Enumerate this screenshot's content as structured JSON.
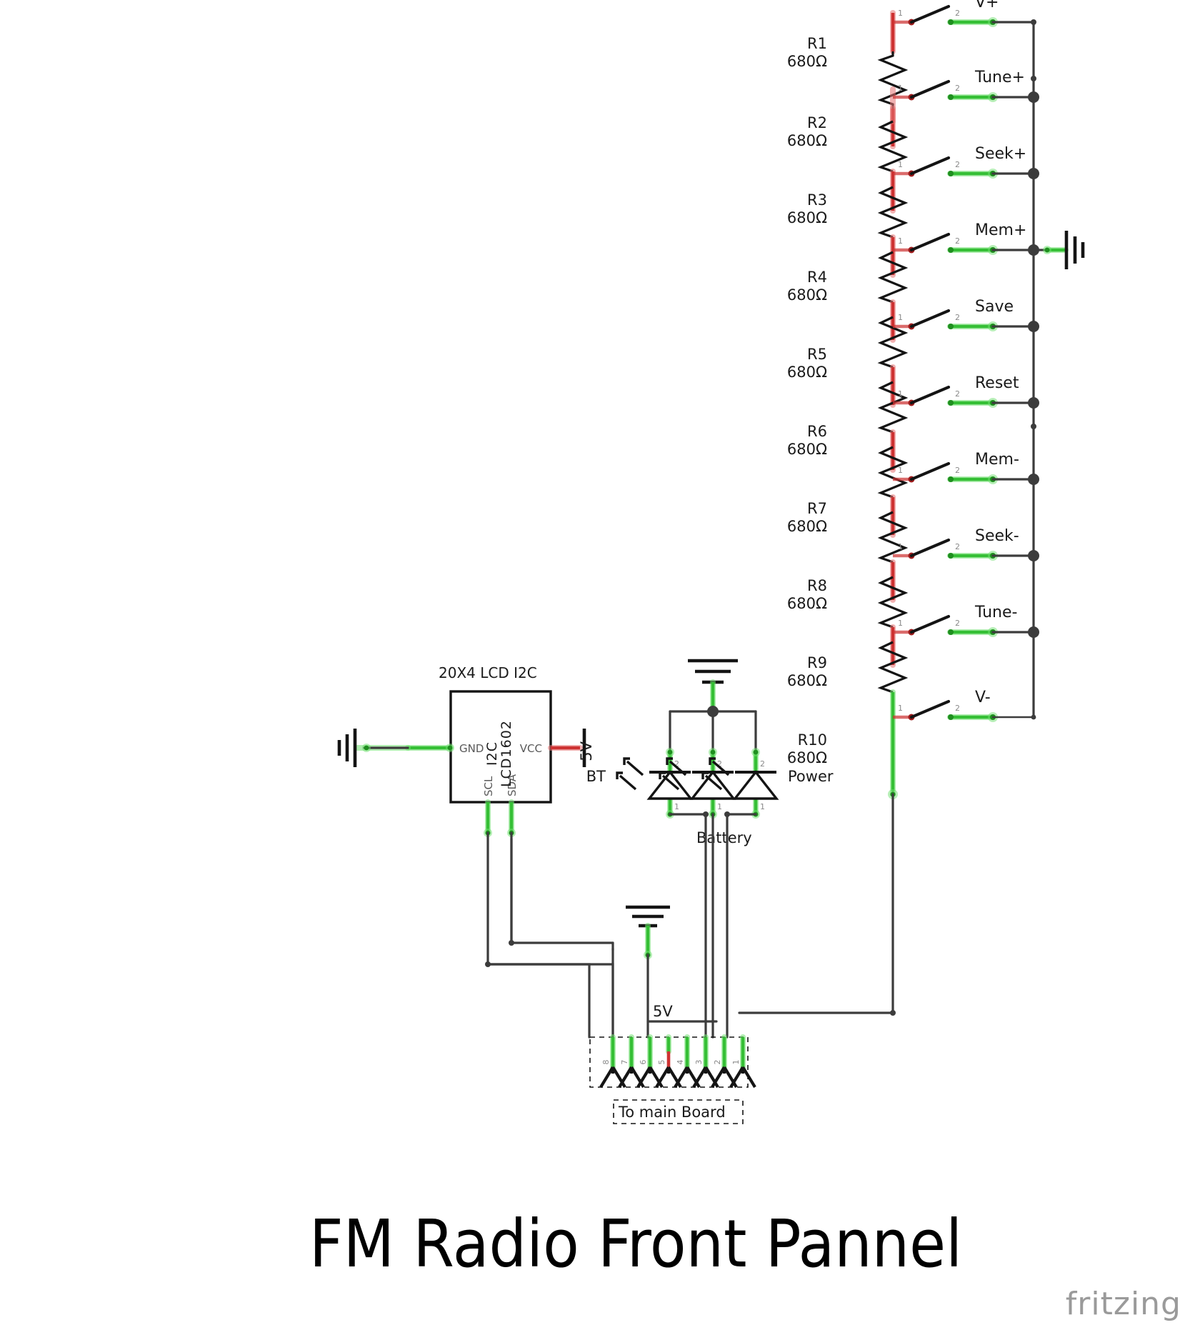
{
  "sheet": {
    "title": "FM Radio Front Pannel",
    "watermark": "fritzing",
    "background_color": "#ffffff",
    "wire_color": "#3c3c3c",
    "leg_red_color": "#cd3232",
    "leg_green_color": "#35bf35"
  },
  "resistor_ladder": {
    "common_value": "680Ω",
    "resistors": [
      {
        "ref": "R1",
        "value": "680Ω"
      },
      {
        "ref": "R2",
        "value": "680Ω"
      },
      {
        "ref": "R3",
        "value": "680Ω"
      },
      {
        "ref": "R4",
        "value": "680Ω"
      },
      {
        "ref": "R5",
        "value": "680Ω"
      },
      {
        "ref": "R6",
        "value": "680Ω"
      },
      {
        "ref": "R7",
        "value": "680Ω"
      },
      {
        "ref": "R8",
        "value": "680Ω"
      },
      {
        "ref": "R9",
        "value": "680Ω"
      },
      {
        "ref": "R10",
        "value": "680Ω"
      }
    ]
  },
  "switches": [
    {
      "label": "V+",
      "pin_a": "1",
      "pin_b": "2"
    },
    {
      "label": "Tune+",
      "pin_a": "1",
      "pin_b": "2"
    },
    {
      "label": "Seek+",
      "pin_a": "1",
      "pin_b": "2"
    },
    {
      "label": "Mem+",
      "pin_a": "1",
      "pin_b": "2"
    },
    {
      "label": "Save",
      "pin_a": "1",
      "pin_b": "2"
    },
    {
      "label": "Reset",
      "pin_a": "1",
      "pin_b": "2"
    },
    {
      "label": "Mem-",
      "pin_a": "1",
      "pin_b": "2"
    },
    {
      "label": "Seek-",
      "pin_a": "1",
      "pin_b": "2"
    },
    {
      "label": "Tune-",
      "pin_a": "1",
      "pin_b": "2"
    },
    {
      "label": "V-",
      "pin_a": "1",
      "pin_b": "2"
    }
  ],
  "lcd": {
    "part_label": "20X4 LCD I2C",
    "chip_line1": "LCD1602",
    "chip_line2": "I2C",
    "pins": {
      "gnd": "GND",
      "vcc": "VCC",
      "scl": "SCL",
      "sda": "SDA"
    }
  },
  "nets": {
    "lcd_vcc": "5V",
    "connector_5v": "5V"
  },
  "leds": [
    {
      "label": "BT",
      "anode_pin": "2",
      "cathode_pin": "1"
    },
    {
      "label": "Battery",
      "anode_pin": "2",
      "cathode_pin": "1"
    },
    {
      "label": "Power",
      "anode_pin": "2",
      "cathode_pin": "1"
    }
  ],
  "connector": {
    "caption": "To main Board",
    "pin_count": 8,
    "pin_labels": [
      "8",
      "7",
      "6",
      "5",
      "4",
      "3",
      "2",
      "1"
    ],
    "power_pin": "5"
  },
  "ground_symbols": [
    {
      "name": "lcd-gnd-symbol"
    },
    {
      "name": "switch-bus-gnd-symbol"
    },
    {
      "name": "led-common-gnd-symbol"
    },
    {
      "name": "connector-gnd-symbol"
    }
  ]
}
